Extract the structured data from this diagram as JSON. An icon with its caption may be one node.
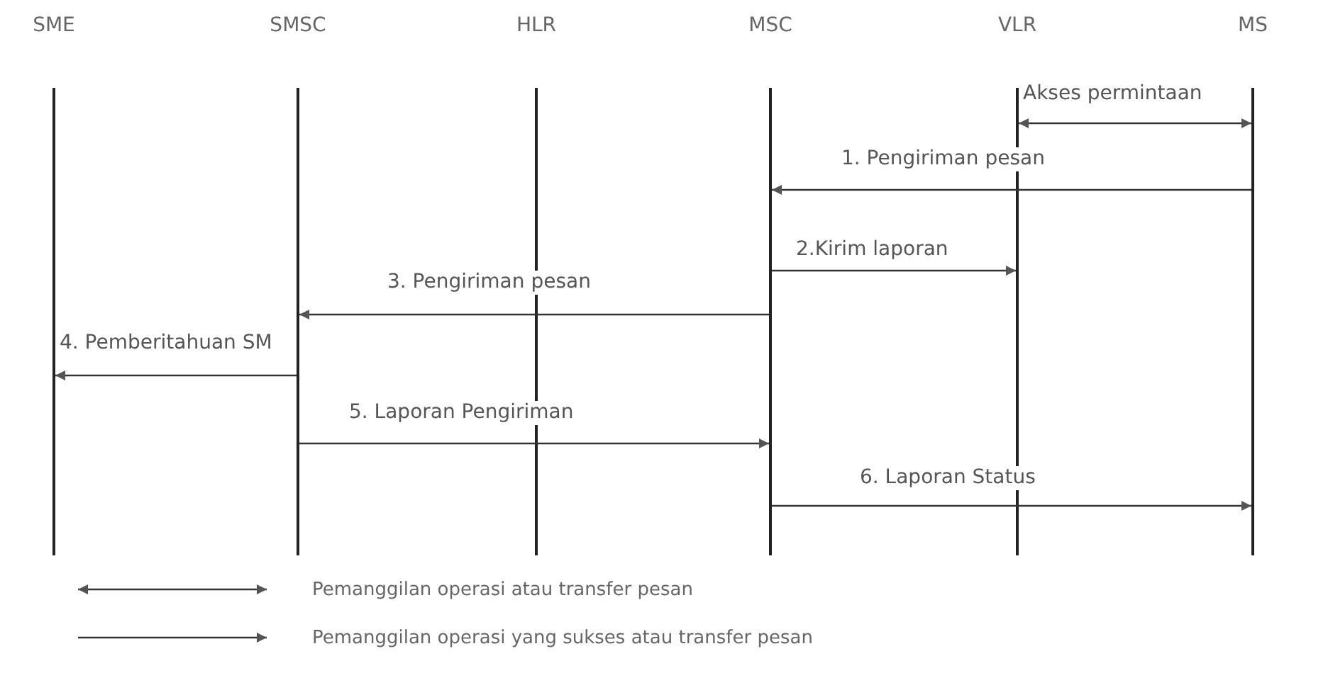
{
  "diagram": {
    "nodes": [
      {
        "text": [
          "SME"
        ]
      },
      {
        "text": [
          "SMSC"
        ]
      },
      {
        "text": [
          "HLR"
        ]
      },
      {
        "text": [
          "MSC"
        ]
      },
      {
        "text": [
          "VLR"
        ]
      },
      {
        "text": [
          "MS"
        ]
      }
    ],
    "edges": [
      {
        "from": 4,
        "to": 5,
        "arrow": "both",
        "label": "Akses permintaan"
      },
      {
        "from": 5,
        "to": 3,
        "arrow": "to",
        "label": "1. Pengiriman pesan"
      },
      {
        "from": 3,
        "to": 4,
        "arrow": "to",
        "label": "2.Kirim laporan"
      },
      {
        "from": 3,
        "to": 1,
        "arrow": "to",
        "label": "3. Pengiriman pesan"
      },
      {
        "from": 1,
        "to": 0,
        "arrow": "to",
        "label": "4. Pemberitahuan SM"
      },
      {
        "from": 1,
        "to": 3,
        "arrow": "to",
        "label": "5. Laporan Pengiriman"
      },
      {
        "from": 3,
        "to": 5,
        "arrow": "to",
        "label": "6. Laporan Status"
      }
    ],
    "legend": [
      {
        "text": "Pemanggilan operasi atau transfer pesan"
      },
      {
        "text": "Pemanggilan operasi yang sukses atau transfer pesan"
      }
    ]
  }
}
